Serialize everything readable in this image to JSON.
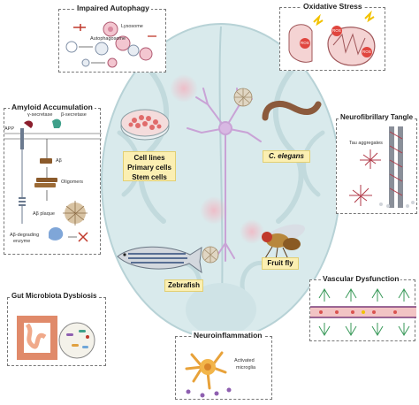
{
  "center": {
    "cell_models": [
      "Cell lines",
      "Primary cells",
      "Stem cells"
    ],
    "c_elegans": "C. elegans",
    "fruit_fly": "Fruit fly",
    "zebrafish": "Zebrafish"
  },
  "panels": {
    "autophagy": {
      "title": "Impaired Autophagy",
      "lysosome": "Lysosome",
      "autophagosome": "Autophagosome"
    },
    "oxidative": {
      "title": "Oxidative Stress",
      "ros": "ROS"
    },
    "amyloid": {
      "title": "Amyloid Accumulation",
      "gamma": "γ-secretase",
      "beta": "β-secretase",
      "app": "APP",
      "abeta": "Aβ",
      "oligomers": "Oligomers",
      "plaque": "Aβ plaque",
      "enzyme_line1": "Aβ-degrading",
      "enzyme_line2": "enzyme"
    },
    "tangle": {
      "title": "Neurofibrillary Tangle",
      "tau": "Tau aggregates"
    },
    "vascular": {
      "title": "Vascular Dysfunction"
    },
    "gut": {
      "title": "Gut Microbiota Dysbiosis"
    },
    "neuroinflammation": {
      "title": "Neuroinflammation",
      "microglia_line1": "Activated",
      "microglia_line2": "microglia"
    }
  },
  "colors": {
    "brain": "#cfe3e6",
    "tag_fill": "#fbefb2",
    "ros": "#e0463f",
    "neuron": "#c9a3d6",
    "vessel": "#d9534f"
  }
}
